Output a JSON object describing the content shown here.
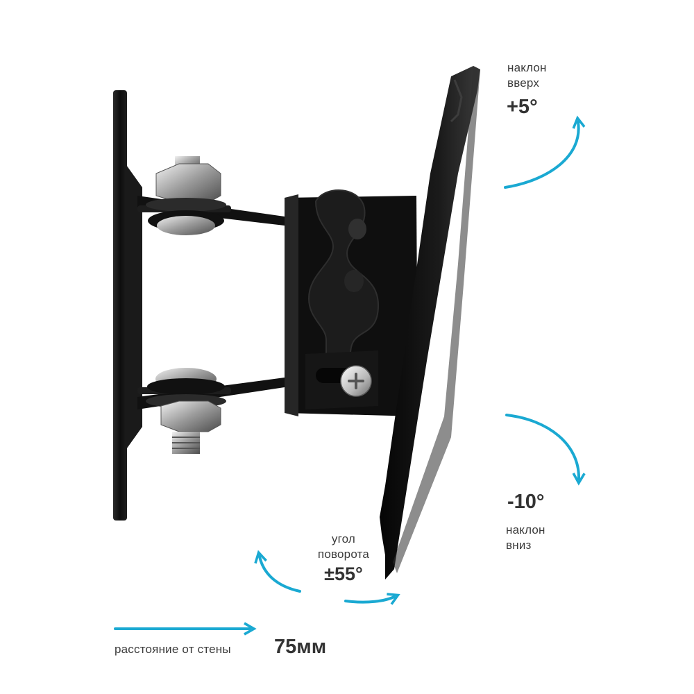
{
  "colors": {
    "accent": "#1aa9d2",
    "steel_black": "#141414",
    "text": "#3b3b3b"
  },
  "tilt_up": {
    "line1": "наклон",
    "line2": "вверх",
    "value": "+5°"
  },
  "tilt_down": {
    "value": "-10°",
    "line1": "наклон",
    "line2": "вниз"
  },
  "rotation": {
    "line1": "угол",
    "line2": "поворота",
    "value": "±55°"
  },
  "wall_distance": {
    "label": "расстояние от стены",
    "value": "75мм"
  }
}
